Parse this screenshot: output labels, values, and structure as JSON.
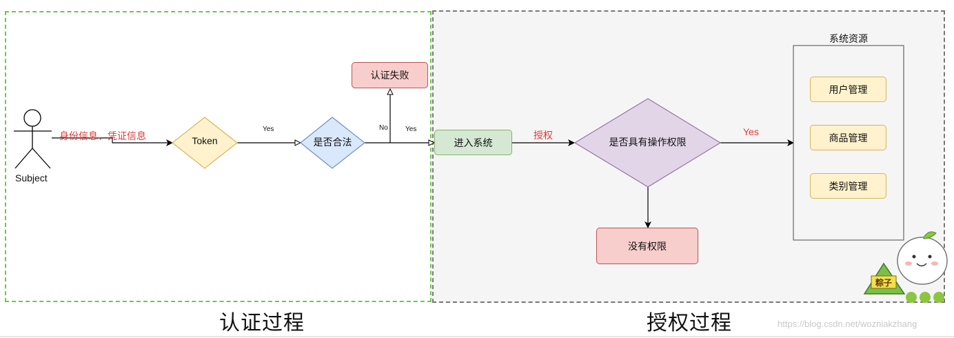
{
  "actor": {
    "label": "Subject"
  },
  "edges": {
    "credentials": "身份信息、凭证信息",
    "token_to_check_yes": "Yes",
    "check_fail_no": "No",
    "check_pass_yes": "Yes",
    "grant": "授权",
    "perm_yes": "Yes"
  },
  "nodes": {
    "token": "Token",
    "legal_check": "是否合法",
    "auth_fail": "认证失败",
    "enter_system": "进入系统",
    "permission_check": "是否具有操作权限",
    "no_permission": "没有权限"
  },
  "resources": {
    "title": "系统资源",
    "items": [
      "用户管理",
      "商品管理",
      "类别管理"
    ]
  },
  "sections": {
    "authentication": "认证过程",
    "authorization": "授权过程"
  },
  "sticker": {
    "text": "粽子"
  },
  "watermark": "https://blog.csdn.net/wozniakzhang",
  "colors": {
    "auth_zone_border": "#66cc44",
    "authz_zone_border": "#777777",
    "token_fill": "#fff2cc",
    "token_stroke": "#d6b656",
    "check_fill": "#dae8fc",
    "check_stroke": "#6c8ebf",
    "fail_fill": "#f8cecc",
    "fail_stroke": "#b85450",
    "enter_fill": "#d5e8d4",
    "enter_stroke": "#82b366",
    "perm_fill": "#e1d5e7",
    "perm_stroke": "#9673a6",
    "resource_fill": "#fff2cc",
    "resource_stroke": "#d6b656",
    "edge_label_red": "#e03a3a"
  }
}
